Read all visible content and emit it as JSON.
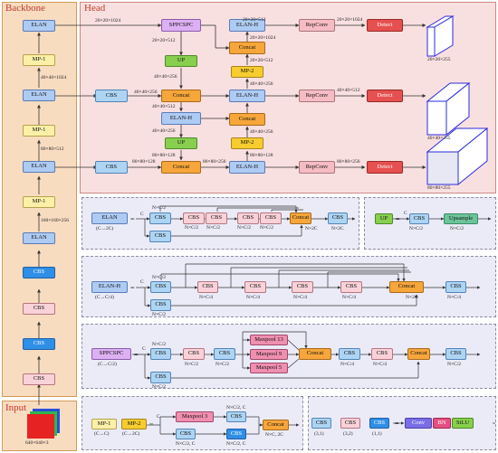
{
  "backbone": {
    "title": "Backbone",
    "blocks": [
      "ELAN",
      "MP-1",
      "ELAN",
      "MP-1",
      "ELAN",
      "MP-1",
      "ELAN",
      "CBS",
      "CBS",
      "CBS",
      "CBS"
    ],
    "dims": {
      "d160": "160×160×256",
      "d80": "80×80×512",
      "d40": "40×40×1024",
      "d20": "20×20×1024"
    }
  },
  "input": {
    "title": "Input",
    "size": "640×640×3"
  },
  "head": {
    "title": "Head",
    "sppcspc": "SPPCSPC",
    "up": "UP",
    "concat": "Concat",
    "elan_h": "ELAN-H",
    "mp2": "MP-2",
    "cbs": "CBS",
    "repconv": "RepConv",
    "detect": "Detect",
    "dims": {
      "d20_512": "20×20×512",
      "d40_256": "40×40×256",
      "d40_512": "40×40×512",
      "d80_128": "80×80×128",
      "d80_256": "80×80×256",
      "d20_1024": "20×20×1024"
    },
    "outputs": [
      "20×20×255",
      "40×40×255",
      "80×80×255"
    ]
  },
  "modules": {
    "elan": {
      "name": "ELAN",
      "rel": "(C→2C)"
    },
    "up": {
      "name": "UP"
    },
    "elan_h": {
      "name": "ELAN-H",
      "rel": "(C→C/4)"
    },
    "sppcspc": {
      "name": "SPPCSPC",
      "rel": "(C→C/2)"
    },
    "mp1": {
      "name": "MP-1",
      "rel": "(C→C)"
    },
    "mp2": {
      "name": "MP-2",
      "rel": "(C→2C)"
    },
    "maxpool3": "Maxpool 3",
    "maxpool13": "Maxpool 13",
    "maxpool9": "Maxpool 9",
    "maxpool5": "Maxpool 5",
    "upsample": "Upsample",
    "cbs_types": [
      "(3,1)",
      "(3,2)",
      "(1,1)"
    ],
    "conv": "Conv",
    "bn": "BN",
    "silu": "SiLU",
    "labels": {
      "c": "C",
      "eq": "=",
      "nc2": "N×C/2",
      "nc2_plain": "N×C/2",
      "n2c": "N×2C",
      "n2c_plain": "N×2C",
      "nc4": "N×C/4",
      "nc2c": "N×C/2, C",
      "nc2c2": "N×C/2, C",
      "n2c2": "N×C, 2C"
    }
  }
}
